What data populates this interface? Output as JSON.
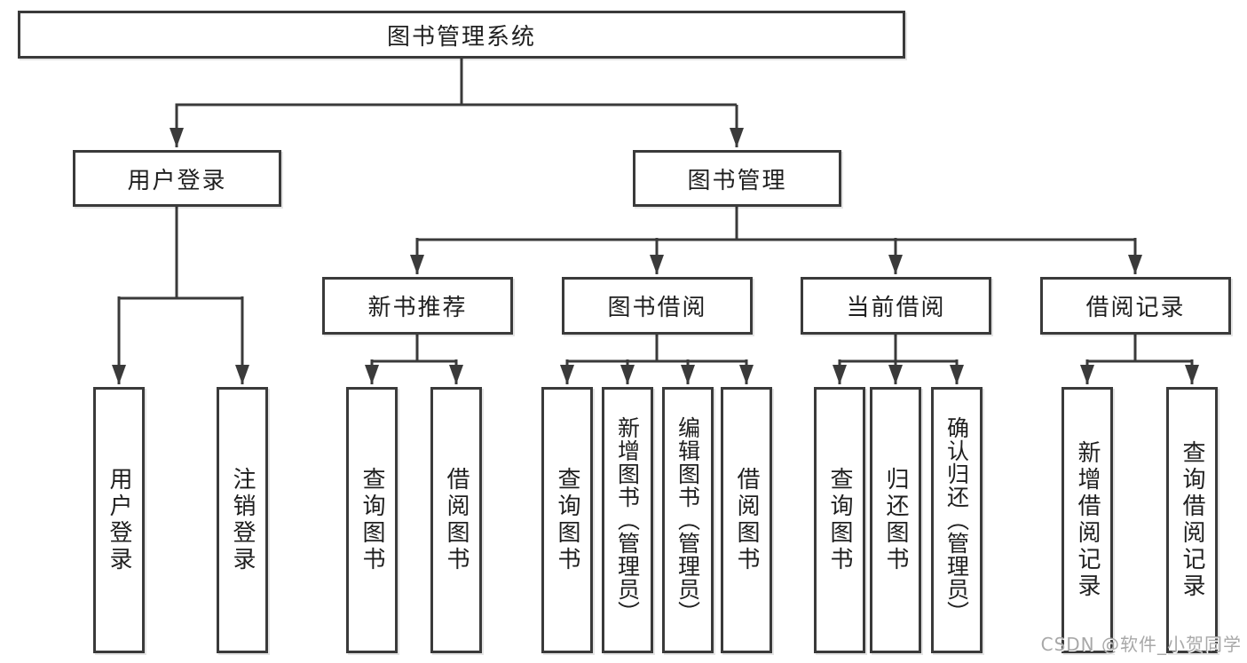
{
  "colors": {
    "line": "#3a3a3a",
    "box_border": "#3a3a3a",
    "text": "#1f1f1f",
    "background": "#ffffff",
    "watermark": "#a8a8a8"
  },
  "watermark": {
    "text": "CSDN @软件_小贺同学"
  },
  "diagram": {
    "root": {
      "label": "图书管理系统",
      "children": [
        {
          "label": "用户登录",
          "children": [
            {
              "label": "用户登录"
            },
            {
              "label": "注销登录"
            }
          ]
        },
        {
          "label": "图书管理",
          "children": [
            {
              "label": "新书推荐",
              "children": [
                {
                  "label": "查询图书"
                },
                {
                  "label": "借阅图书"
                }
              ]
            },
            {
              "label": "图书借阅",
              "children": [
                {
                  "label": "查询图书"
                },
                {
                  "label": "新增图书（管理员）"
                },
                {
                  "label": "编辑图书（管理员）"
                },
                {
                  "label": "借阅图书"
                }
              ]
            },
            {
              "label": "当前借阅",
              "children": [
                {
                  "label": "查询图书"
                },
                {
                  "label": "归还图书"
                },
                {
                  "label": "确认归还（管理员）"
                }
              ]
            },
            {
              "label": "借阅记录",
              "children": [
                {
                  "label": "新增借阅记录"
                },
                {
                  "label": "查询借阅记录"
                }
              ]
            }
          ]
        }
      ]
    }
  }
}
